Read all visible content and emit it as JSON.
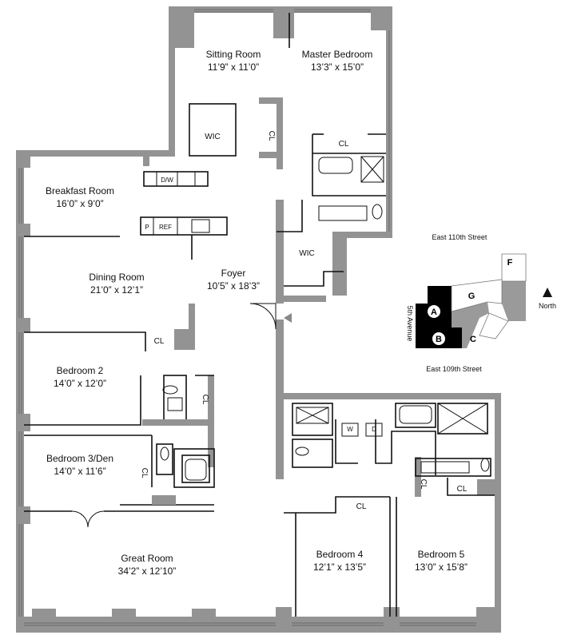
{
  "rooms": {
    "sitting_room": {
      "name": "Sitting Room",
      "dims": "11’9” x 11’0”"
    },
    "master_bedroom": {
      "name": "Master Bedroom",
      "dims": "13’3” x 15’0”"
    },
    "breakfast_room": {
      "name": "Breakfast Room",
      "dims": "16’0” x 9’0”"
    },
    "dining_room": {
      "name": "Dining Room",
      "dims": "21’0” x 12’1”"
    },
    "foyer": {
      "name": "Foyer",
      "dims": "10’5” x 18’3”"
    },
    "bedroom_2": {
      "name": "Bedroom 2",
      "dims": "14’0” x 12’0”"
    },
    "bedroom_3": {
      "name": "Bedroom 3/Den",
      "dims": "14’0” x 11’6”"
    },
    "great_room": {
      "name": "Great Room",
      "dims": "34’2” x 12’10”"
    },
    "bedroom_4": {
      "name": "Bedroom 4",
      "dims": "12’1” x 13’5”"
    },
    "bedroom_5": {
      "name": "Bedroom 5",
      "dims": "13’0” x 15’8”"
    }
  },
  "labels": {
    "wic": "WIC",
    "cl": "CL",
    "dw": "D/W",
    "p": "P",
    "ref": "REF",
    "w": "W",
    "d": "D"
  },
  "key_plan": {
    "north_street": "East 110th Street",
    "south_street": "East 109th Street",
    "avenue": "5th Avenue",
    "north": "North",
    "units": {
      "a": "A",
      "b": "B",
      "c": "C",
      "f": "F",
      "g": "G"
    }
  },
  "colors": {
    "wall": "#939393",
    "ink": "#111111",
    "key_dark": "#000000",
    "key_gray": "#9a9a9a"
  }
}
